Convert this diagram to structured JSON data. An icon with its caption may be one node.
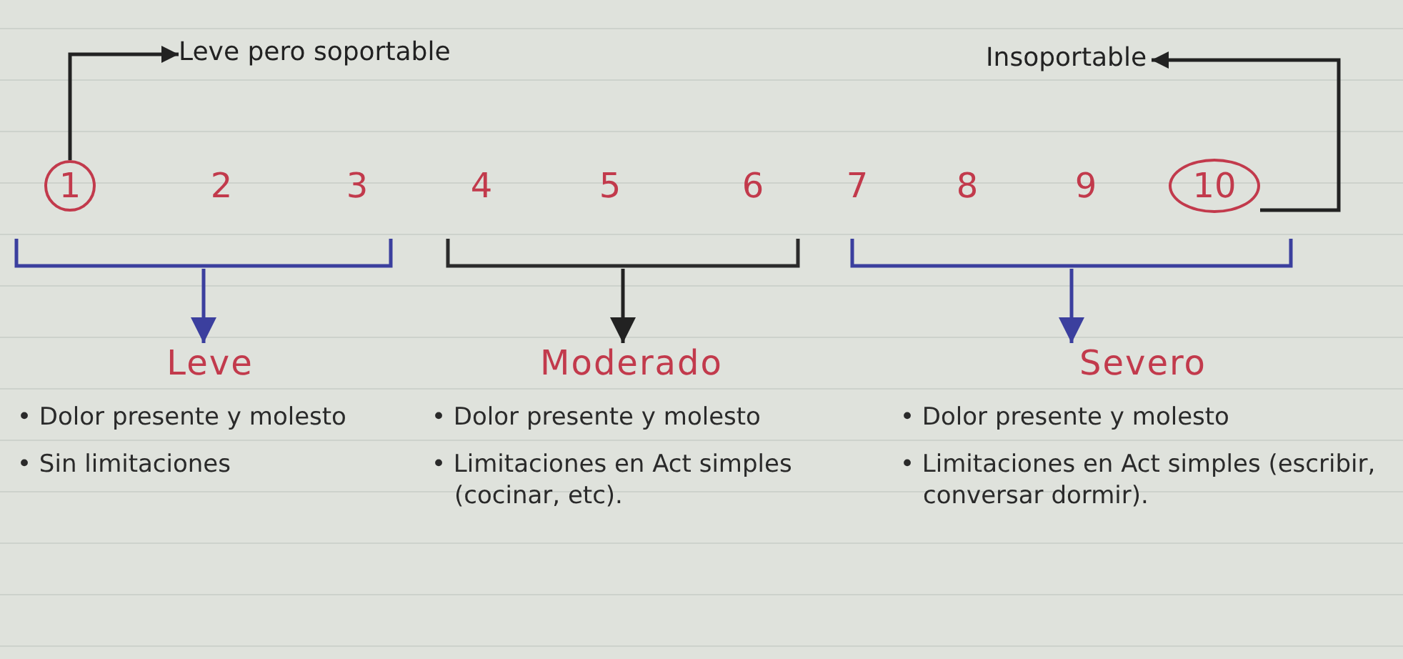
{
  "diagram": {
    "nodes": [
      {
        "text": [
          "Leve pero soportable"
        ]
      },
      {
        "text": [
          "Insoportable"
        ]
      },
      {
        "text": [
          "1"
        ]
      },
      {
        "text": [
          "2"
        ]
      },
      {
        "text": [
          "3"
        ]
      },
      {
        "text": [
          "4"
        ]
      },
      {
        "text": [
          "5"
        ]
      },
      {
        "text": [
          "6"
        ]
      },
      {
        "text": [
          "7"
        ]
      },
      {
        "text": [
          "8"
        ]
      },
      {
        "text": [
          "9"
        ]
      },
      {
        "text": [
          "10"
        ]
      },
      {
        "text": [],
        "shape": "bracket"
      },
      {
        "text": [],
        "shape": "bracket"
      },
      {
        "text": [],
        "shape": "bracket"
      },
      {
        "text": [
          "Leve",
          "• Dolor presente y molesto",
          "• Sin limitaciones"
        ]
      },
      {
        "text": [
          "Moderado",
          "• Dolor presente y molesto",
          "• Limitaciones en Act simples (cocinar, etc)."
        ]
      },
      {
        "text": [
          "Severo",
          "• Dolor presente y molesto",
          "• Limitaciones en Act simples (escribir, conversar dormir)."
        ]
      }
    ],
    "edges": [
      {
        "from": 2,
        "to": 0,
        "arrow": "to"
      },
      {
        "from": 11,
        "to": 1,
        "arrow": "to"
      },
      {
        "from": 12,
        "to": 15,
        "arrow": "to",
        "color": "#3b3f9e"
      },
      {
        "from": 13,
        "to": 16,
        "arrow": "to"
      },
      {
        "from": 14,
        "to": 17,
        "arrow": "to",
        "color": "#3b3f9e"
      }
    ]
  }
}
